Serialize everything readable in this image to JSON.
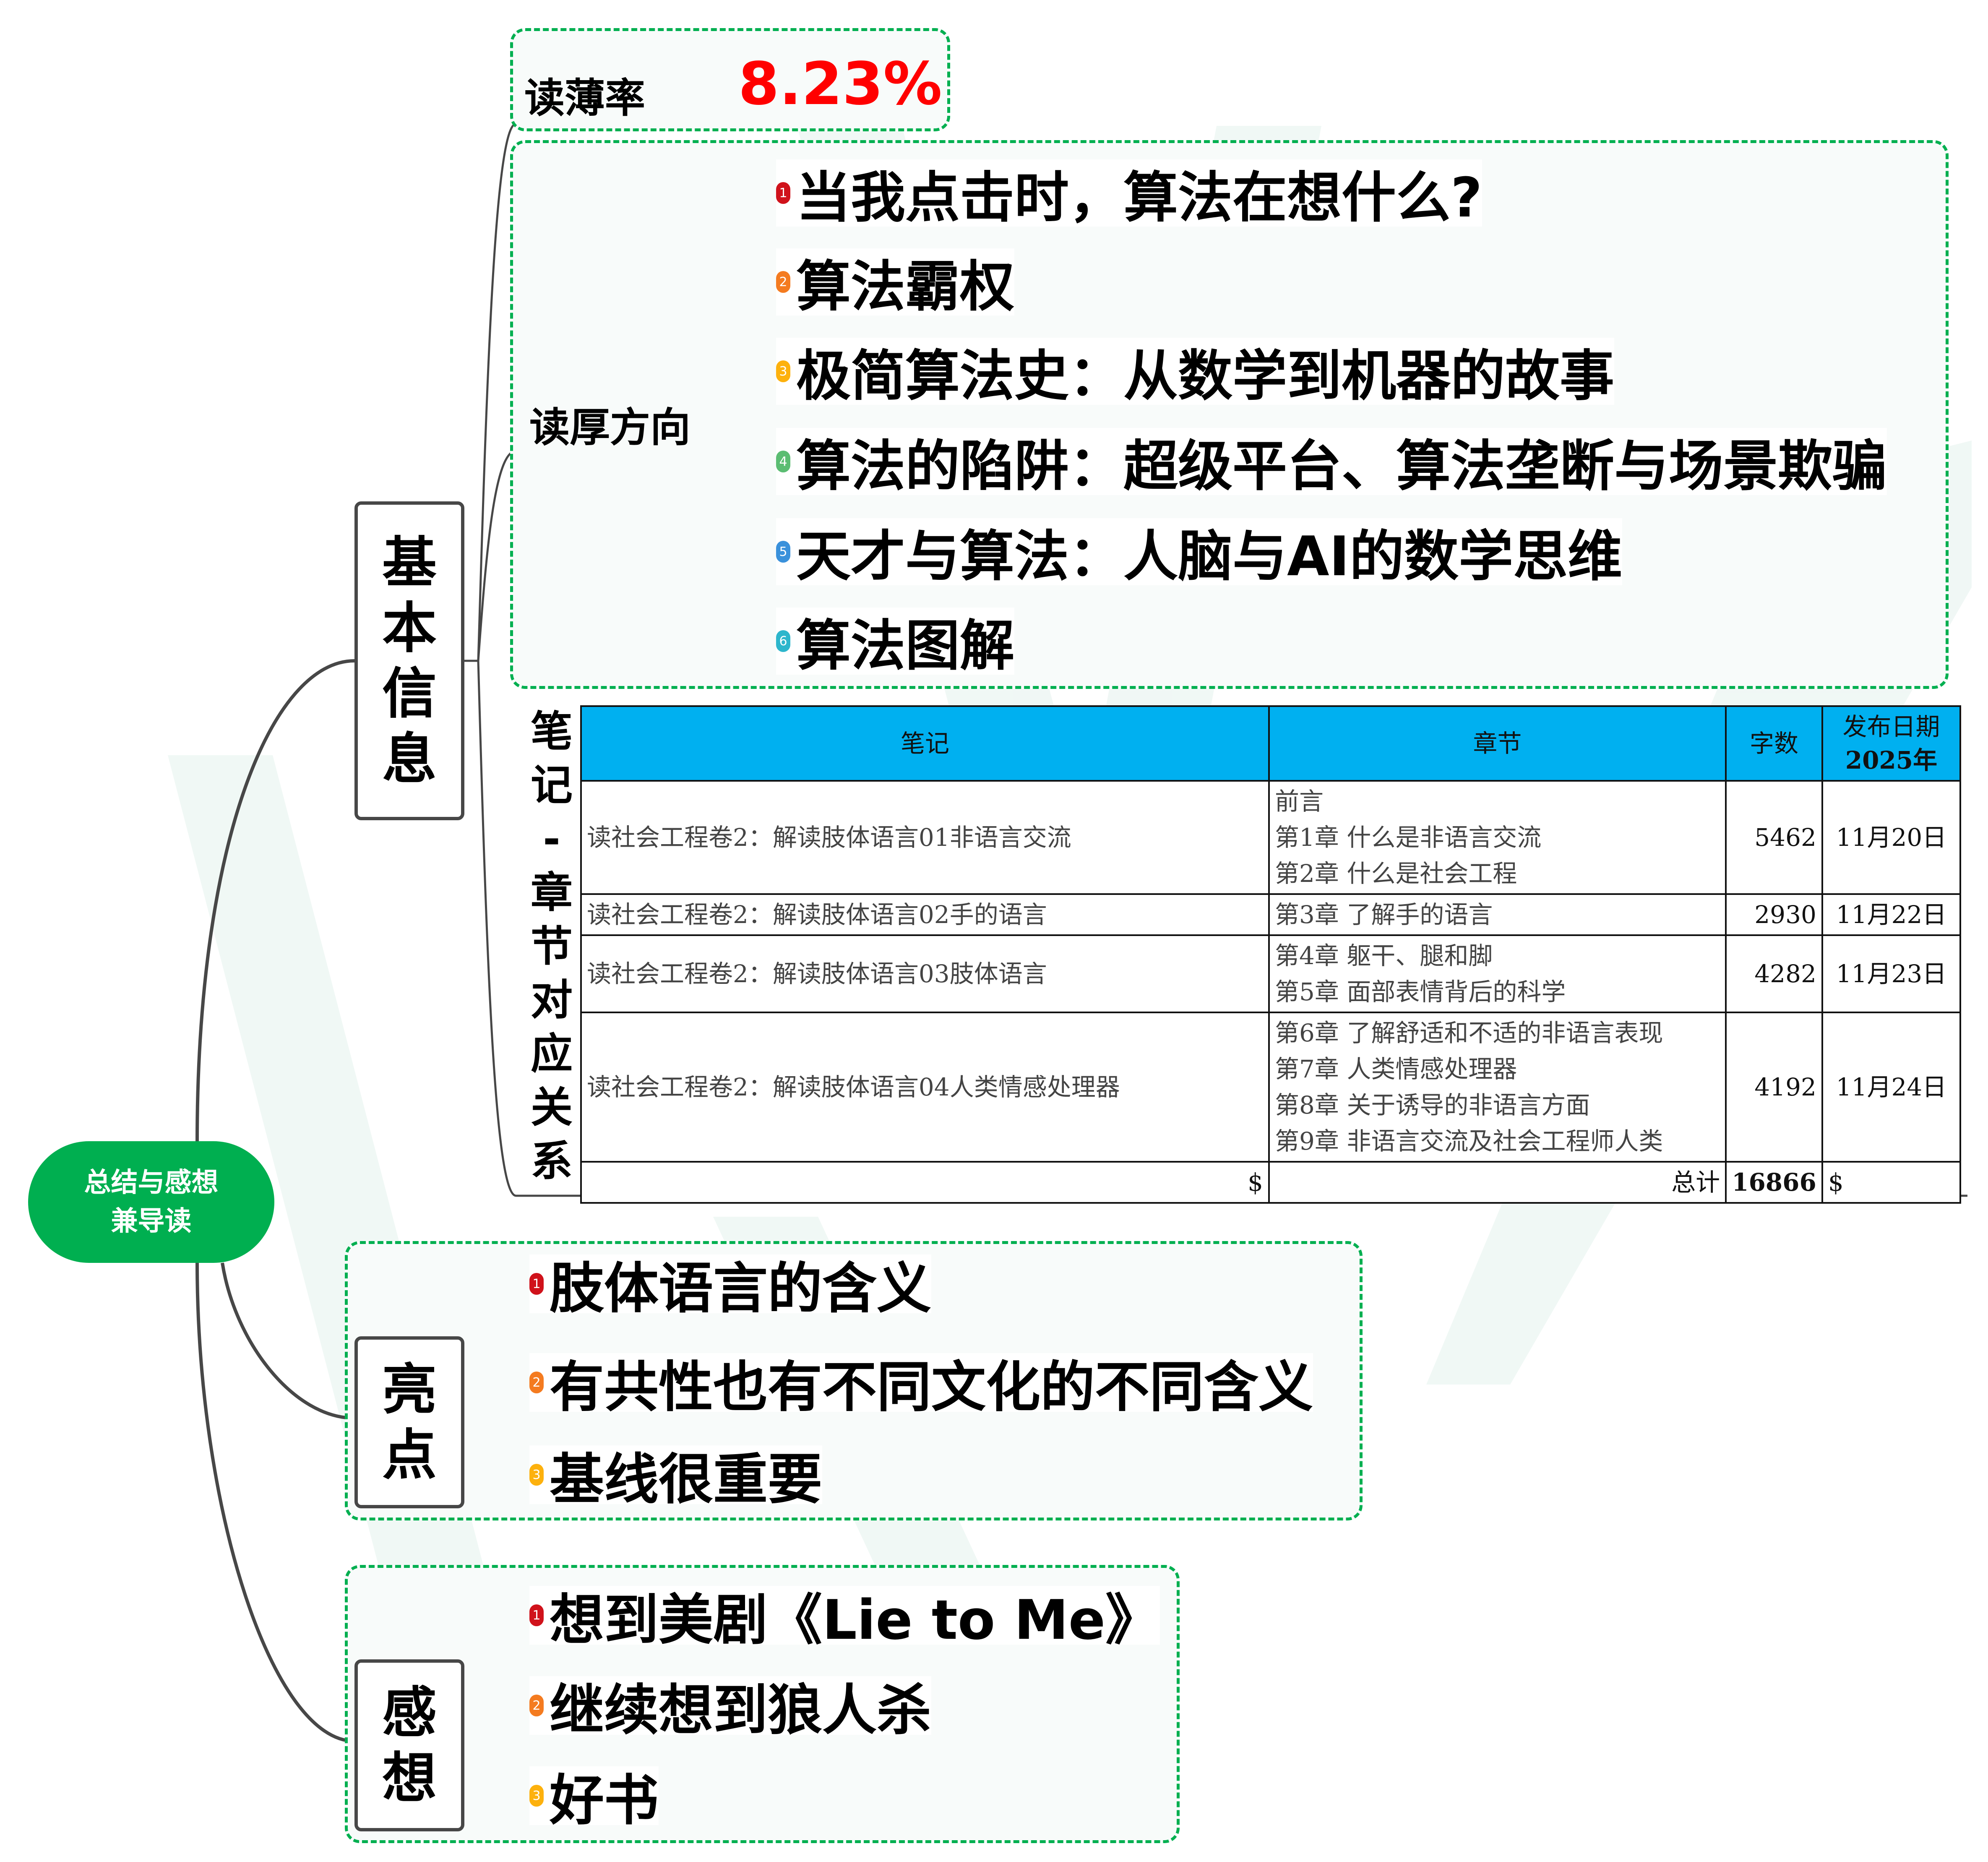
{
  "root": {
    "line1": "总结与感想",
    "line2": "兼导读",
    "color": "#00AF50"
  },
  "branches": {
    "basic_info": {
      "chars": [
        "基",
        "本",
        "信",
        "息"
      ],
      "read_thin": {
        "label": "读薄率",
        "value": "8.23%",
        "value_color": "#FF0000"
      },
      "read_thick": {
        "label": "读厚方向",
        "items": [
          {
            "num": "1",
            "color": "#D0121B",
            "text": "当我点击时，算法在想什么?"
          },
          {
            "num": "2",
            "color": "#F47B20",
            "text": "算法霸权"
          },
          {
            "num": "3",
            "color": "#FDB10D",
            "text": "极简算法史：从数学到机器的故事"
          },
          {
            "num": "4",
            "color": "#5BBD72",
            "text": "算法的陷阱：超级平台、算法垄断与场景欺骗"
          },
          {
            "num": "5",
            "color": "#3A91DB",
            "text": "天才与算法：人脑与AI的数学思维"
          },
          {
            "num": "6",
            "color": "#2DB6CC",
            "text": "算法图解"
          }
        ]
      },
      "notes_mapping": {
        "label_chars": [
          "笔",
          "记",
          "-",
          "章",
          "节",
          "对",
          "应",
          "关",
          "系"
        ],
        "table": {
          "header_color": "#00B0F0",
          "columns": [
            "笔记",
            "章节",
            "字数",
            "发布日期"
          ],
          "date_year": "2025年",
          "rows": [
            {
              "note": "读社会工程卷2：解读肢体语言01非语言交流",
              "chapters": [
                "前言",
                "第1章 什么是非语言交流",
                "第2章 什么是社会工程"
              ],
              "words": "5462",
              "date": "11月20日"
            },
            {
              "note": "读社会工程卷2：解读肢体语言02手的语言",
              "chapters": [
                "第3章 了解手的语言"
              ],
              "words": "2930",
              "date": "11月22日"
            },
            {
              "note": "读社会工程卷2：解读肢体语言03肢体语言",
              "chapters": [
                "第4章 躯干、腿和脚",
                "第5章 面部表情背后的科学"
              ],
              "words": "4282",
              "date": "11月23日"
            },
            {
              "note": "读社会工程卷2：解读肢体语言04人类情感处理器",
              "chapters": [
                "第6章 了解舒适和不适的非语言表现",
                "第7章 人类情感处理器",
                "第8章 关于诱导的非语言方面",
                "第9章 非语言交流及社会工程师人类"
              ],
              "words": "4192",
              "date": "11月24日"
            }
          ],
          "total": {
            "note_cell": "$",
            "label": "总计",
            "words": "16866",
            "date_cell": "$"
          }
        }
      }
    },
    "highlights": {
      "chars": [
        "亮",
        "点"
      ],
      "items": [
        {
          "num": "1",
          "color": "#D0121B",
          "text": "肢体语言的含义"
        },
        {
          "num": "2",
          "color": "#F47B20",
          "text": "有共性也有不同文化的不同含义"
        },
        {
          "num": "3",
          "color": "#FDB10D",
          "text": "基线很重要"
        }
      ]
    },
    "thoughts": {
      "chars": [
        "感",
        "想"
      ],
      "items": [
        {
          "num": "1",
          "color": "#D0121B",
          "text": "想到美剧《Lie to Me》"
        },
        {
          "num": "2",
          "color": "#F47B20",
          "text": "继续想到狼人杀"
        },
        {
          "num": "3",
          "color": "#FDB10D",
          "text": "好书"
        }
      ]
    }
  },
  "colors": {
    "group_border": "#00AF50",
    "line": "#474747"
  }
}
